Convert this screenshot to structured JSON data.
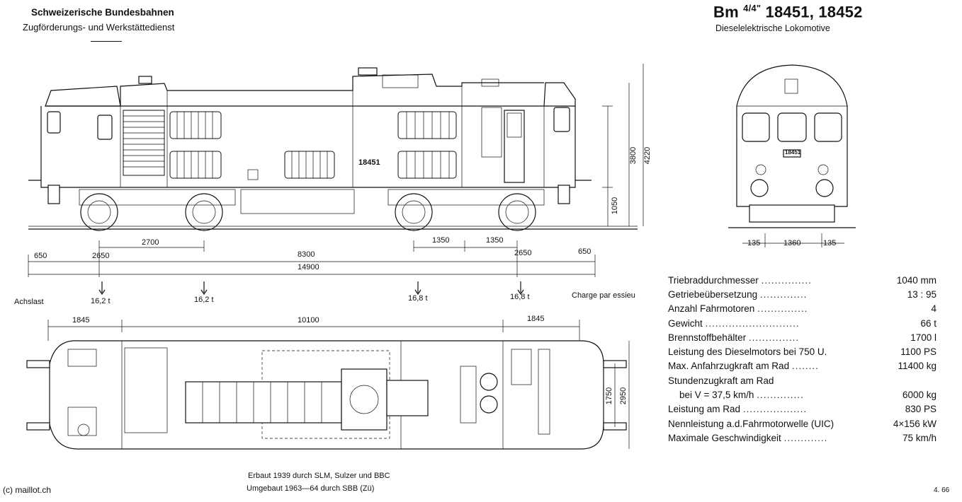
{
  "header": {
    "company": "Schweizerische Bundesbahnen",
    "department": "Zugförderungs- und Werkstättedienst"
  },
  "title": {
    "class_prefix": "Bm",
    "class_fraction": "4/4\"",
    "numbers": "18451, 18452",
    "subtitle": "Dieselelektrische Lokomotive"
  },
  "side_view": {
    "loco_number": "18451",
    "height_dims": [
      "3800",
      "4220",
      "1050"
    ],
    "upper_dims": [
      "2700",
      "1350",
      "1350"
    ],
    "middle_dims": [
      "650",
      "2650",
      "8300",
      "2650",
      "650"
    ],
    "total_length": "14900"
  },
  "front_view": {
    "plate": "18451",
    "dims": [
      "135",
      "1360",
      "135"
    ]
  },
  "axle_loads": {
    "label_left": "Achslast",
    "label_right": "Charge par essieu",
    "values": [
      "16,2 t",
      "16,2 t",
      "16,8 t",
      "16,8 t"
    ]
  },
  "plan_view": {
    "dims_top": [
      "1845",
      "10100",
      "1845"
    ],
    "dims_side": [
      "1750",
      "2950"
    ]
  },
  "specs": [
    {
      "label": "Triebraddurchmesser",
      "dots": "...............",
      "value": "1040 mm"
    },
    {
      "label": "Getriebeübersetzung",
      "dots": "..............",
      "value": "13 : 95"
    },
    {
      "label": "Anzahl Fahrmotoren",
      "dots": "...............",
      "value": "4"
    },
    {
      "label": "Gewicht",
      "dots": "............................",
      "value": "66 t"
    },
    {
      "label": "Brennstoffbehälter",
      "dots": "...............",
      "value": "1700 l"
    },
    {
      "label": "Leistung des Dieselmotors bei 750 U.",
      "dots": "",
      "value": "1100 PS"
    },
    {
      "label": "Max. Anfahrzugkraft am Rad",
      "dots": "........",
      "value": "11400 kg"
    },
    {
      "label": "Stundenzugkraft am Rad",
      "dots": "",
      "value": ""
    },
    {
      "label": "bei V = 37,5 km/h",
      "dots": "..............",
      "value": "6000 kg"
    },
    {
      "label": "Leistung am Rad",
      "dots": "...................",
      "value": "830 PS"
    },
    {
      "label": "Nennleistung a.d.Fahrmotorwelle (UIC)",
      "dots": "",
      "value": "4×156 kW"
    },
    {
      "label": "Maximale Geschwindigkeit",
      "dots": ".............",
      "value": "75 km/h"
    }
  ],
  "footer": {
    "built": "Erbaut 1939 durch SLM, Sulzer und BBC",
    "rebuilt": "Umgebaut 1963—64 durch SBB (Zü)",
    "credit": "(c) maillot.ch",
    "date": "4. 66"
  }
}
